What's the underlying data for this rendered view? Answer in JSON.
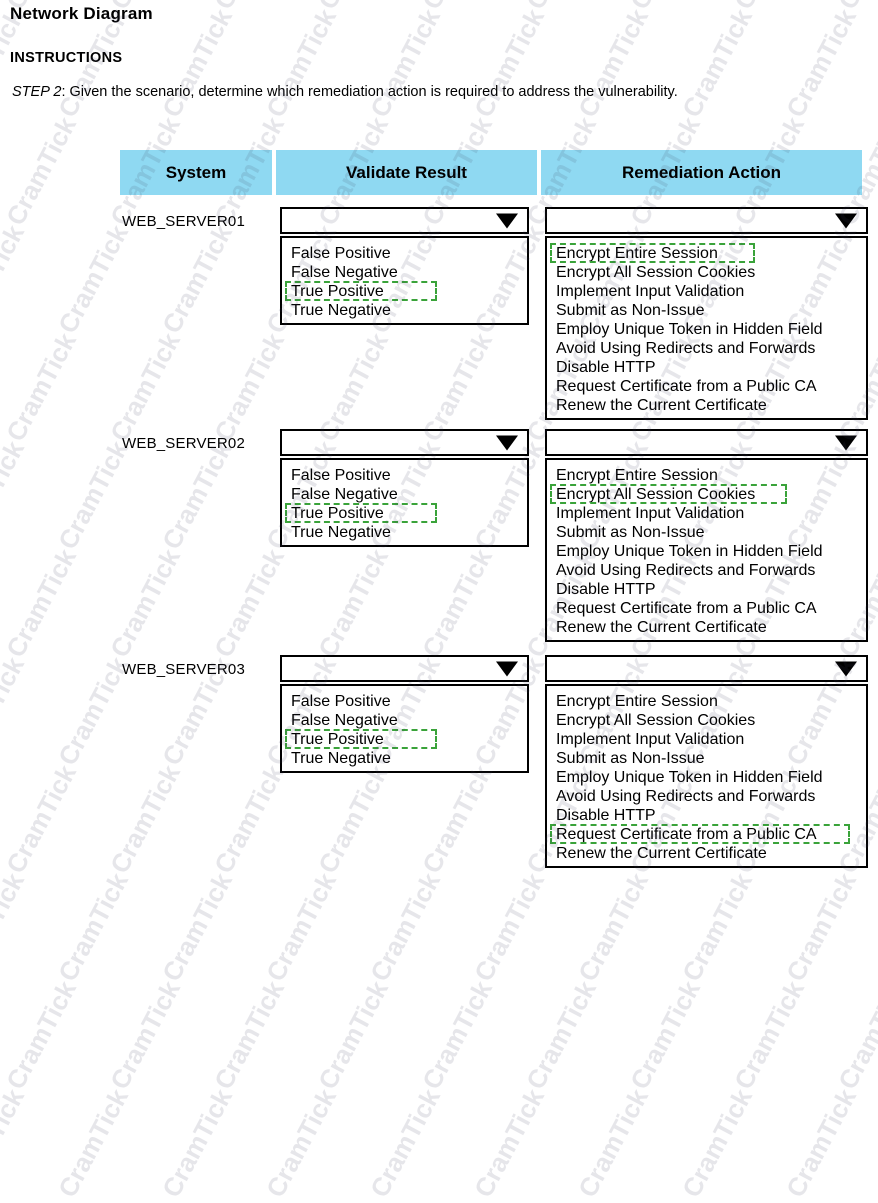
{
  "page": {
    "title": "Network Diagram",
    "instructions_label": "INSTRUCTIONS",
    "step_emphasis": "STEP 2",
    "step_text": ": Given the scenario, determine which remediation action is required to address the vulnerability.",
    "watermark_text": "CramTick",
    "header_color": "#8FD9F2",
    "selection_color": "#3AA33A"
  },
  "table": {
    "headers": {
      "system": "System",
      "validate_result": "Validate Result",
      "remediation_action": "Remediation Action"
    },
    "validate_options": [
      "False Positive",
      "False Negative",
      "True Positive",
      "True Negative"
    ],
    "remediation_options": [
      "Encrypt Entire Session",
      "Encrypt All Session Cookies",
      "Implement Input Validation",
      "Submit as Non-Issue",
      "Employ Unique Token in Hidden Field",
      "Avoid Using Redirects and Forwards",
      "Disable HTTP",
      "Request Certificate from a Public CA",
      "Renew the Current Certificate"
    ],
    "rows": [
      {
        "system": "WEB_SERVER01",
        "validate_value": "",
        "validate_selected_index": 2,
        "validate_selected": "True Positive",
        "remediation_value": "",
        "remediation_selected_index": 0,
        "remediation_selected": "Encrypt Entire Session"
      },
      {
        "system": "WEB_SERVER02",
        "validate_value": "",
        "validate_selected_index": 2,
        "validate_selected": "True Positive",
        "remediation_value": "",
        "remediation_selected_index": 1,
        "remediation_selected": "Encrypt All Session Cookies"
      },
      {
        "system": "WEB_SERVER03",
        "validate_value": "",
        "validate_selected_index": 2,
        "validate_selected": "True Positive",
        "remediation_value": "",
        "remediation_selected_index": 7,
        "remediation_selected": "Request Certificate from a Public CA"
      }
    ]
  }
}
